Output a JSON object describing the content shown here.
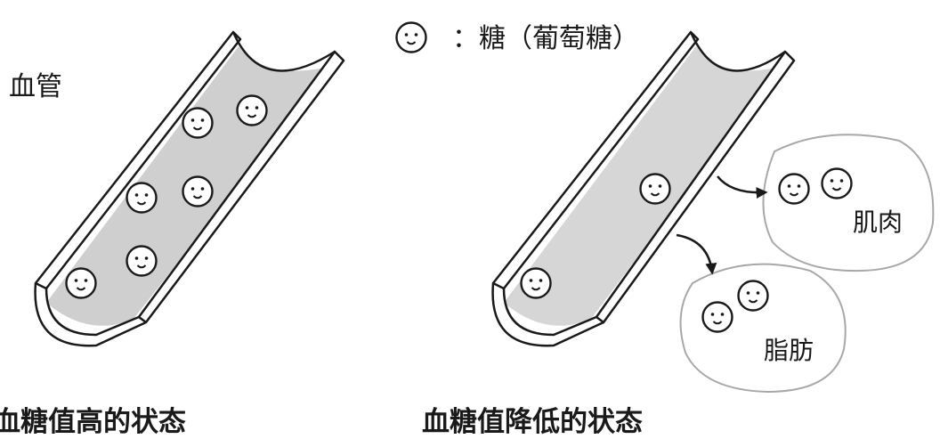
{
  "labels": {
    "vessel": "血管",
    "legend_text": "：糖（葡萄糖）",
    "muscle": "肌肉",
    "fat": "脂肪"
  },
  "captions": {
    "left": "血糖值高的状态",
    "right": "血糖值降低的状态"
  },
  "colors": {
    "ink": "#1a1a1a",
    "vessel_fill": "#cfcfcf",
    "cell_outline": "#a8a8a8"
  },
  "icons": [
    "glucose-face-icon",
    "arrow-right-icon"
  ]
}
